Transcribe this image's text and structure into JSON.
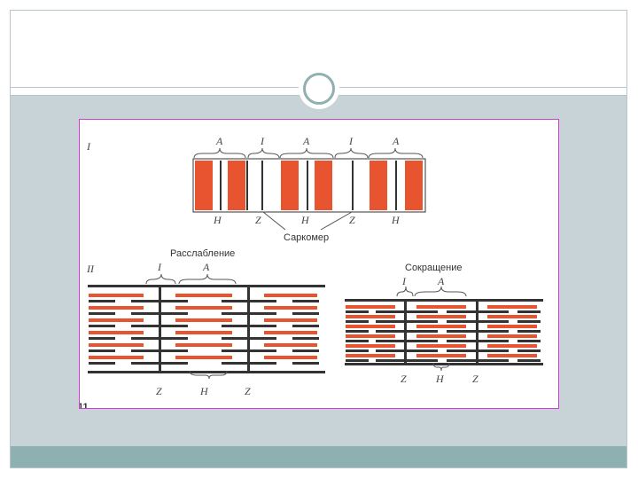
{
  "figure": {
    "part1_label": "I",
    "part2_label": "II",
    "band_labels_top": [
      "A",
      "I",
      "A",
      "I",
      "A"
    ],
    "band_labels_bottom": [
      "H",
      "Z",
      "H",
      "Z",
      "H"
    ],
    "sarcomere_label": "Саркомер",
    "relaxed_title": "Расслабление",
    "contracted_title": "Сокращение",
    "relaxed_I": "I",
    "relaxed_A": "A",
    "relaxed_bottom": [
      "Z",
      "H",
      "Z"
    ],
    "contracted_I": "I",
    "contracted_A": "A",
    "contracted_bottom": [
      "Z",
      "H",
      "Z"
    ],
    "page_number": "11"
  },
  "colors": {
    "thick_filament": "#e8542f",
    "thin_filament": "#333333",
    "panel_border": "#d43bd4",
    "slide_body": "#c7d3d6",
    "footer_band": "#8fb0b0"
  }
}
